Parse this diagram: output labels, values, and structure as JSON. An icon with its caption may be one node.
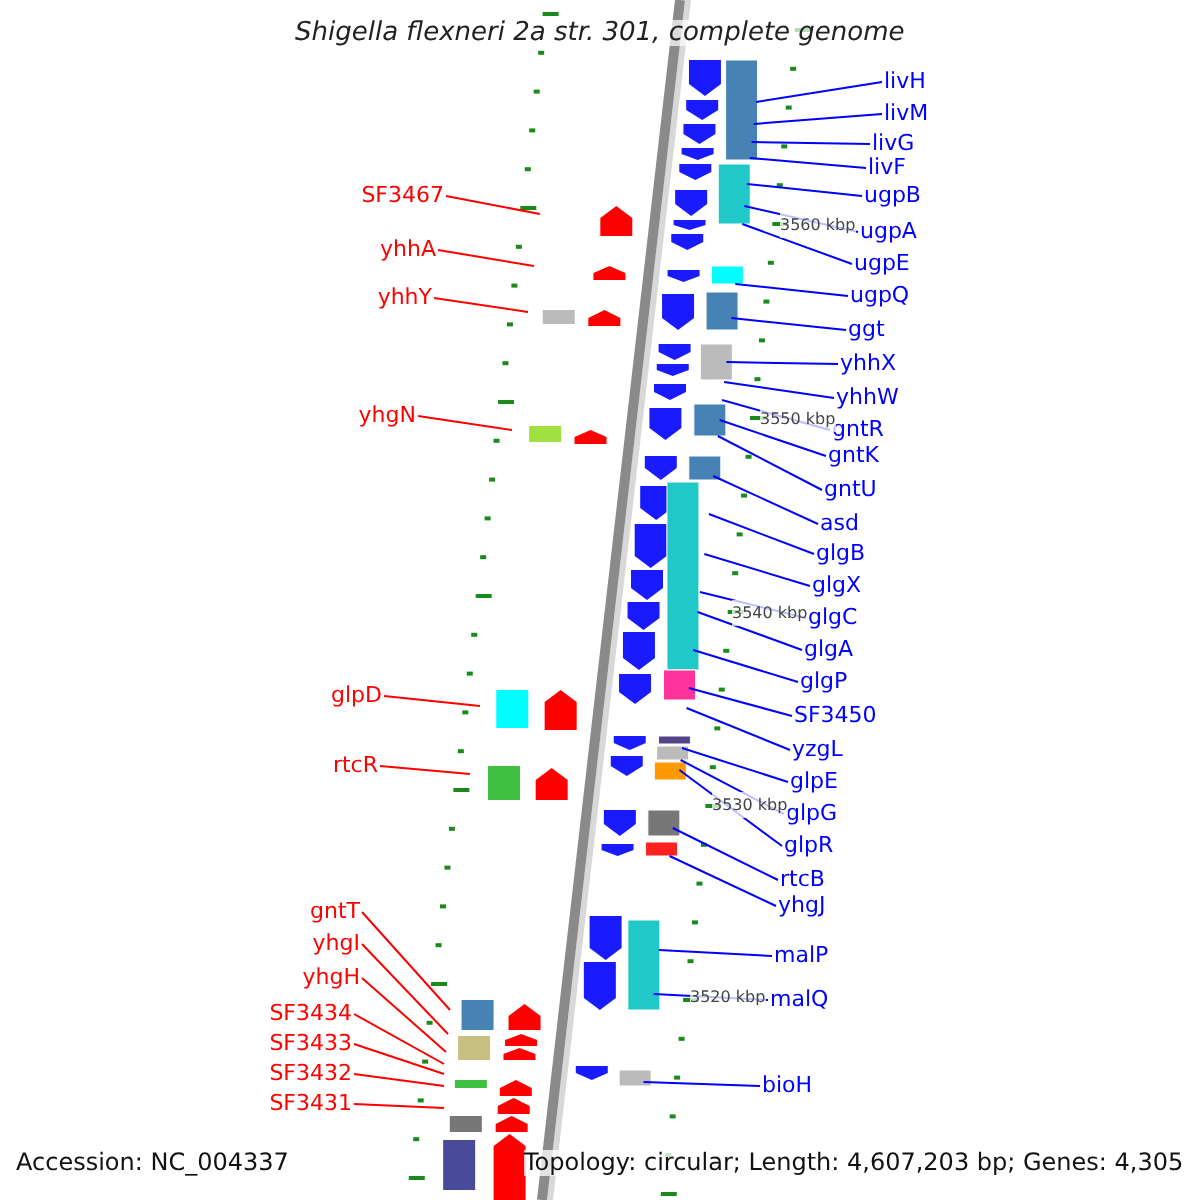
{
  "diagram": {
    "title": "Shigella flexneri 2a str. 301, complete genome",
    "nodes": [
      {
        "text": [
          "livH"
        ]
      },
      {
        "text": [
          "livM"
        ]
      },
      {
        "text": [
          "livG"
        ]
      },
      {
        "text": [
          "livF"
        ]
      },
      {
        "text": [
          "SF3467"
        ]
      },
      {
        "text": [
          "ugpB"
        ]
      },
      {
        "text": [
          "ugpA"
        ]
      },
      {
        "text": [
          "yhhA"
        ]
      },
      {
        "text": [
          "ugpE"
        ]
      },
      {
        "text": [
          "ugpQ"
        ]
      },
      {
        "text": [
          "yhhY"
        ]
      },
      {
        "text": [
          "ggt"
        ]
      },
      {
        "text": [
          "yhhX"
        ]
      },
      {
        "text": [
          "yhhW"
        ]
      },
      {
        "text": [
          "yhgN"
        ]
      },
      {
        "text": [
          "gntR"
        ]
      },
      {
        "text": [
          "gntK"
        ]
      },
      {
        "text": [
          "gntU"
        ]
      },
      {
        "text": [
          "asd"
        ]
      },
      {
        "text": [
          "glgB"
        ]
      },
      {
        "text": [
          "glgX"
        ]
      },
      {
        "text": [
          "glgC"
        ]
      },
      {
        "text": [
          "glgA"
        ]
      },
      {
        "text": [
          "glgP"
        ]
      },
      {
        "text": [
          "glpD"
        ]
      },
      {
        "text": [
          "SF3450"
        ]
      },
      {
        "text": [
          "yzgL"
        ]
      },
      {
        "text": [
          "rtcR"
        ]
      },
      {
        "text": [
          "glpE"
        ]
      },
      {
        "text": [
          "glpG"
        ]
      },
      {
        "text": [
          "glpR"
        ]
      },
      {
        "text": [
          "rtcB"
        ]
      },
      {
        "text": [
          "yhgJ"
        ]
      },
      {
        "text": [
          "gntT"
        ]
      },
      {
        "text": [
          "yhgI"
        ]
      },
      {
        "text": [
          "malP"
        ]
      },
      {
        "text": [
          "yhgH"
        ]
      },
      {
        "text": [
          "malQ"
        ]
      },
      {
        "text": [
          "SF3434"
        ]
      },
      {
        "text": [
          "SF3433"
        ]
      },
      {
        "text": [
          "SF3432"
        ]
      },
      {
        "text": [
          "bioH"
        ]
      },
      {
        "text": [
          "SF3431"
        ]
      }
    ],
    "edges": [
      {
        "from": 0,
        "to": null,
        "arrow": "none"
      },
      {
        "from": 1,
        "to": null,
        "arrow": "none"
      },
      {
        "from": 2,
        "to": null,
        "arrow": "none"
      },
      {
        "from": 3,
        "to": null,
        "arrow": "none"
      },
      {
        "from": 4,
        "to": null,
        "arrow": "none",
        "color": "#ff0000"
      },
      {
        "from": 5,
        "to": null,
        "arrow": "none"
      },
      {
        "from": 6,
        "to": null,
        "arrow": "none"
      },
      {
        "from": 7,
        "to": null,
        "arrow": "none",
        "color": "#ff0000"
      },
      {
        "from": 8,
        "to": null,
        "arrow": "none"
      },
      {
        "from": 9,
        "to": null,
        "arrow": "none"
      },
      {
        "from": 10,
        "to": null,
        "arrow": "none",
        "color": "#ff0000"
      },
      {
        "from": 11,
        "to": null,
        "arrow": "none"
      },
      {
        "from": 12,
        "to": null,
        "arrow": "none"
      },
      {
        "from": 13,
        "to": null,
        "arrow": "none"
      },
      {
        "from": 14,
        "to": null,
        "arrow": "none",
        "color": "#ff0000"
      },
      {
        "from": 15,
        "to": null,
        "arrow": "none"
      },
      {
        "from": 16,
        "to": null,
        "arrow": "none"
      },
      {
        "from": 17,
        "to": null,
        "arrow": "none"
      },
      {
        "from": 18,
        "to": null,
        "arrow": "none"
      },
      {
        "from": 19,
        "to": null,
        "arrow": "none"
      },
      {
        "from": 20,
        "to": null,
        "arrow": "none"
      },
      {
        "from": 21,
        "to": null,
        "arrow": "none"
      },
      {
        "from": 22,
        "to": null,
        "arrow": "none"
      },
      {
        "from": 23,
        "to": null,
        "arrow": "none"
      },
      {
        "from": 24,
        "to": null,
        "arrow": "none",
        "color": "#ff0000"
      },
      {
        "from": 25,
        "to": null,
        "arrow": "none"
      },
      {
        "from": 26,
        "to": null,
        "arrow": "none"
      },
      {
        "from": 27,
        "to": null,
        "arrow": "none",
        "color": "#ff0000"
      },
      {
        "from": 28,
        "to": null,
        "arrow": "none"
      },
      {
        "from": 29,
        "to": null,
        "arrow": "none"
      },
      {
        "from": 30,
        "to": null,
        "arrow": "none"
      },
      {
        "from": 31,
        "to": null,
        "arrow": "none"
      },
      {
        "from": 32,
        "to": null,
        "arrow": "none"
      },
      {
        "from": 33,
        "to": null,
        "arrow": "none",
        "color": "#ff0000"
      },
      {
        "from": 34,
        "to": null,
        "arrow": "none",
        "color": "#ff0000"
      },
      {
        "from": 35,
        "to": null,
        "arrow": "none"
      },
      {
        "from": 36,
        "to": null,
        "arrow": "none",
        "color": "#ff0000"
      },
      {
        "from": 37,
        "to": null,
        "arrow": "none"
      },
      {
        "from": 38,
        "to": null,
        "arrow": "none",
        "color": "#ff0000"
      },
      {
        "from": 39,
        "to": null,
        "arrow": "none",
        "color": "#ff0000"
      },
      {
        "from": 40,
        "to": null,
        "arrow": "none",
        "color": "#ff0000"
      },
      {
        "from": 41,
        "to": null,
        "arrow": "none"
      },
      {
        "from": 42,
        "to": null,
        "arrow": "none",
        "color": "#ff0000"
      }
    ],
    "labels": [
      "3560 kbp",
      "3550 kbp",
      "3540 kbp",
      "3530 kbp",
      "3520 kbp",
      "Accession: NC_004337",
      "Topology: circular; Length: 4,607,203 bp; Genes: 4,305"
    ]
  }
}
